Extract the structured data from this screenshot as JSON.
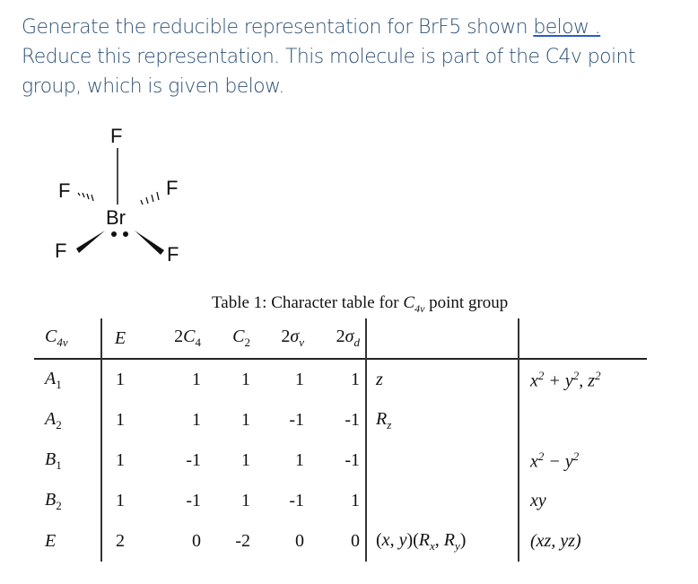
{
  "question": {
    "line1_prefix": "Generate the reducible representation for BrF5 shown ",
    "link_text": "below .",
    "line2": "Reduce this representation. This molecule is part of the C4v point",
    "line3": "group, which is given below."
  },
  "molecule": {
    "central_atom": "Br",
    "ligand": "F",
    "lone_pair": "••",
    "geometry": "square pyramidal"
  },
  "table": {
    "caption_prefix": "Table 1: Character table for ",
    "caption_group": "C",
    "caption_group_sub": "4v",
    "caption_suffix": " point group",
    "headers": {
      "group": "C",
      "group_sub": "4v",
      "ops": [
        "E",
        "2C4",
        "C2",
        "2σv",
        "2σd"
      ]
    },
    "rows": [
      {
        "irrep": "A",
        "sub": "1",
        "chars": [
          "1",
          "1",
          "1",
          "1",
          "1"
        ],
        "linear": "z",
        "quadratic": "x² + y², z²"
      },
      {
        "irrep": "A",
        "sub": "2",
        "chars": [
          "1",
          "1",
          "1",
          "-1",
          "-1"
        ],
        "linear": "Rz",
        "quadratic": ""
      },
      {
        "irrep": "B",
        "sub": "1",
        "chars": [
          "1",
          "-1",
          "1",
          "1",
          "-1"
        ],
        "linear": "",
        "quadratic": "x² − y²"
      },
      {
        "irrep": "B",
        "sub": "2",
        "chars": [
          "1",
          "-1",
          "1",
          "-1",
          "1"
        ],
        "linear": "",
        "quadratic": "xy"
      },
      {
        "irrep": "E",
        "sub": "",
        "chars": [
          "2",
          "0",
          "-2",
          "0",
          "0"
        ],
        "linear": "(x, y)(Rx, Ry)",
        "quadratic": "(xz, yz)"
      }
    ]
  }
}
